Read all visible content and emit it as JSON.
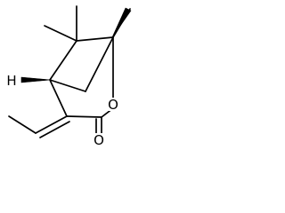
{
  "diagram": {
    "type": "skeletal-structure",
    "atoms": {
      "hydrogen": "H",
      "ring_oxygen": "O",
      "carbonyl_oxygen": "O"
    },
    "colors": {
      "bond": "#000000",
      "background": "#ffffff"
    }
  }
}
